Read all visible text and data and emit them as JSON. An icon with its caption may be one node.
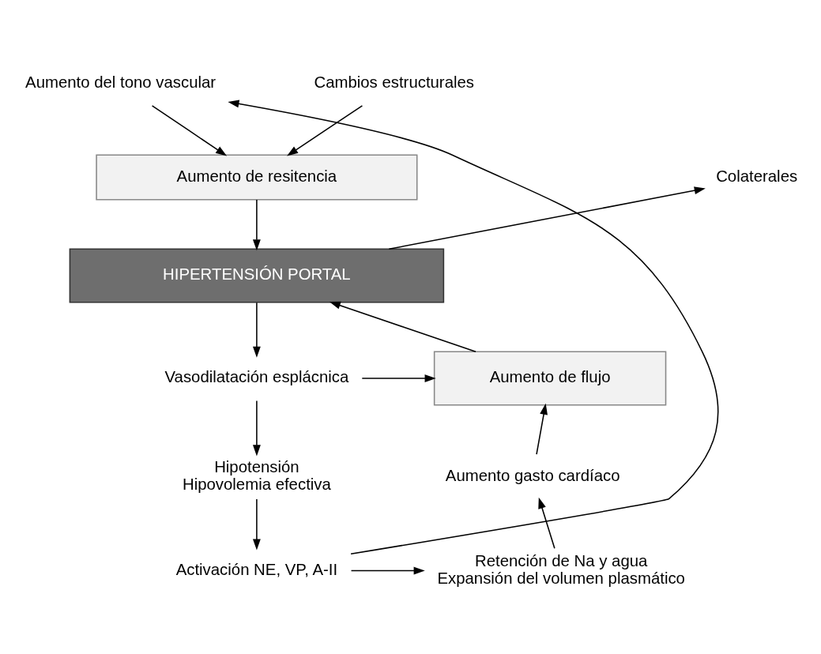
{
  "diagram": {
    "nodes": [
      {
        "text": [
          "Aumento del tono vascular"
        ]
      },
      {
        "text": [
          "Cambios estructurales"
        ]
      },
      {
        "text": [
          "Aumento de resitencia"
        ]
      },
      {
        "text": [
          "Colaterales"
        ]
      },
      {
        "text": [
          "HIPERTENSIÓN PORTAL"
        ]
      },
      {
        "text": [
          "Vasodilatación esplácnica"
        ]
      },
      {
        "text": [
          "Aumento de flujo"
        ]
      },
      {
        "text": [
          "Hipotensión",
          "Hipovolemia efectiva"
        ]
      },
      {
        "text": [
          "Activación NE, VP, A-II"
        ]
      },
      {
        "text": [
          "Aumento gasto cardíaco"
        ]
      },
      {
        "text": [
          "Retención de Na y agua",
          "Expansión del volumen plasmático"
        ]
      }
    ],
    "edges": [
      {
        "from": 0,
        "to": 2,
        "arrow": "to"
      },
      {
        "from": 1,
        "to": 2,
        "arrow": "to"
      },
      {
        "from": 2,
        "to": 4,
        "arrow": "to"
      },
      {
        "from": 4,
        "to": 3,
        "arrow": "to"
      },
      {
        "from": 4,
        "to": 5,
        "arrow": "to"
      },
      {
        "from": 5,
        "to": 6,
        "arrow": "to"
      },
      {
        "from": 6,
        "to": 4,
        "arrow": "to"
      },
      {
        "from": 5,
        "to": 7,
        "arrow": "to"
      },
      {
        "from": 7,
        "to": 8,
        "arrow": "to"
      },
      {
        "from": 8,
        "to": 10,
        "arrow": "to"
      },
      {
        "from": 10,
        "to": 9,
        "arrow": "to"
      },
      {
        "from": 9,
        "to": 6,
        "arrow": "to"
      },
      {
        "from": 8,
        "to": 0,
        "arrow": "to"
      }
    ]
  }
}
